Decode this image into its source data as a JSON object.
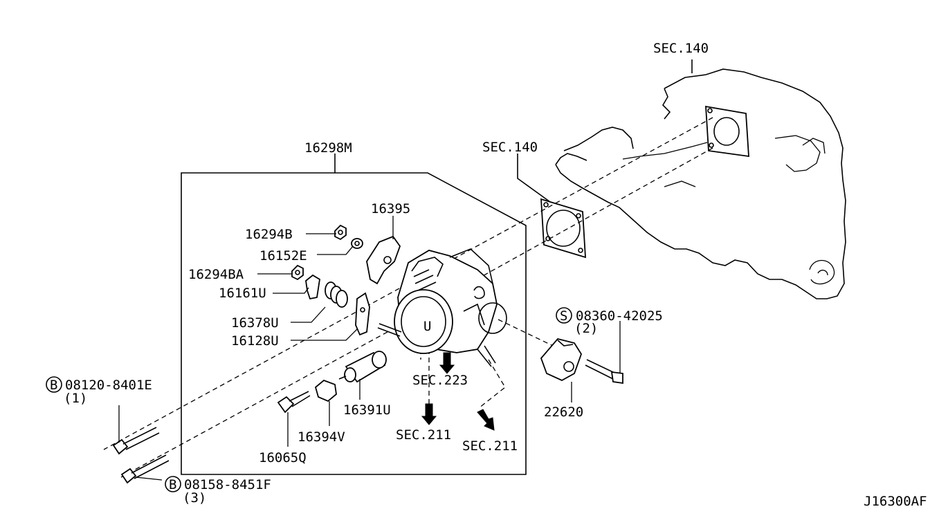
{
  "diagram_id": "J16300AF",
  "labels": {
    "sec140_top": "SEC.140",
    "sec140_mid": "SEC.140",
    "assembly": "16298M",
    "p16395": "16395",
    "p16294B": "16294B",
    "p16152E": "16152E",
    "p16294BA": "16294BA",
    "p16161U": "16161U",
    "p16378U": "16378U",
    "p16128U": "16128U",
    "bolt_b1_code": "08120-8401E",
    "bolt_b1_qty": "(1)",
    "bolt_b2_code": "08158-8451F",
    "bolt_b2_qty": "(3)",
    "screw_s_code": "08360-42025",
    "screw_s_qty": "(2)",
    "p16391U": "16391U",
    "p16394V": "16394V",
    "p16065Q": "16065Q",
    "sec223": "SEC.223",
    "sec211_a": "SEC.211",
    "sec211_b": "SEC.211",
    "p22620": "22620",
    "marker_b": "B",
    "marker_s": "S"
  }
}
